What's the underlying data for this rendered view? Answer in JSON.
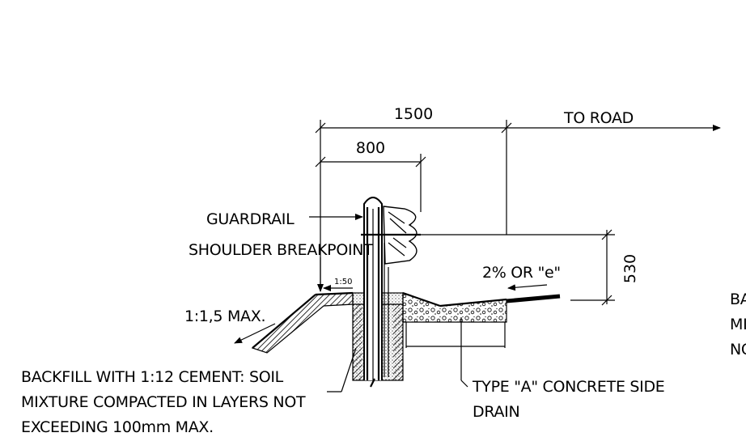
{
  "dimensions": {
    "overall": "1500",
    "post_offset": "800",
    "height": "530"
  },
  "labels": {
    "to_road": "TO ROAD",
    "guardrail": "GUARDRAIL",
    "shoulder_breakpoint": "SHOULDER BREAKPOINT",
    "slope_small": "1:50",
    "slope_max": "1:1,5 MAX.",
    "crossfall": "2% OR \"e\"",
    "backfill_line1": "BACKFILL WITH 1:12 CEMENT: SOIL",
    "backfill_line2": "MIXTURE COMPACTED IN LAYERS NOT",
    "backfill_line3": "EXCEEDING 100mm MAX.",
    "drain_line1": "TYPE \"A\" CONCRETE SIDE",
    "drain_line2": "DRAIN",
    "cut_line1": "BA",
    "cut_line2": "MI",
    "cut_line3": "NC"
  }
}
